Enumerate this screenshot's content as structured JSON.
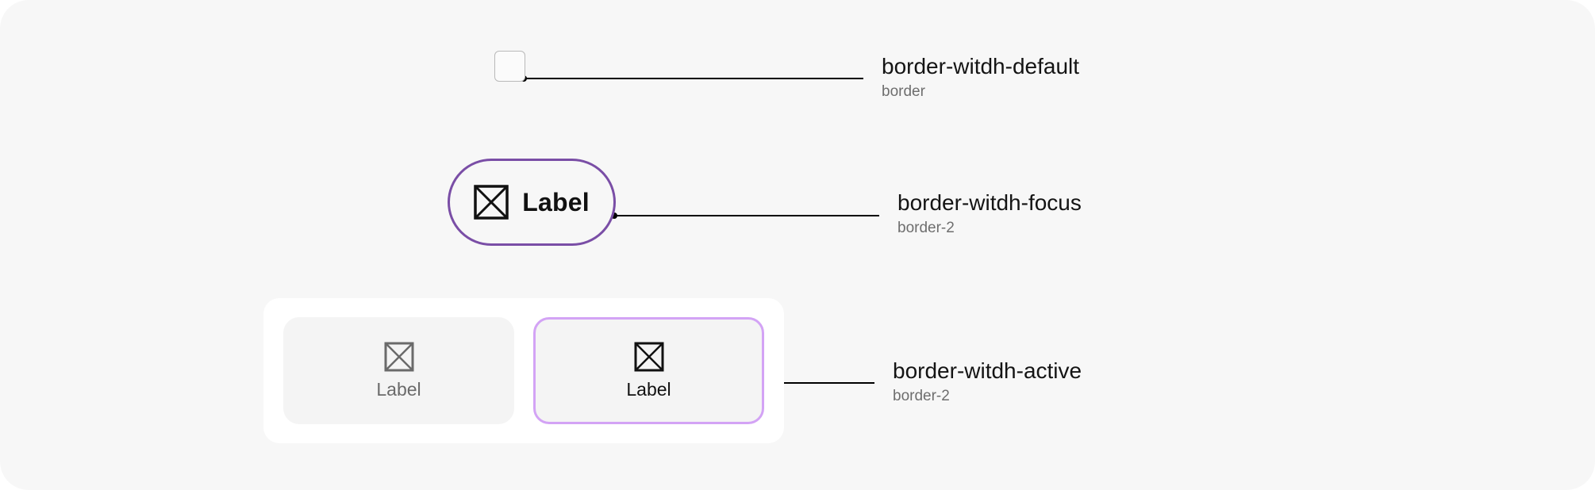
{
  "annotations": {
    "default": {
      "token": "border-witdh-default",
      "value": "border"
    },
    "focus": {
      "token": "border-witdh-focus",
      "value": "border-2"
    },
    "active": {
      "token": "border-witdh-active",
      "value": "border-2"
    }
  },
  "samples": {
    "focus_button": {
      "label": "Label",
      "icon": "image-placeholder-icon"
    },
    "segmented": {
      "items": [
        {
          "label": "Label",
          "icon": "image-placeholder-icon",
          "state": "default"
        },
        {
          "label": "Label",
          "icon": "image-placeholder-icon",
          "state": "active"
        }
      ]
    }
  },
  "colors": {
    "canvas_bg": "#f7f7f7",
    "default_border": "#b9b9b9",
    "focus_border": "#7a4ea6",
    "active_border": "#d3a3f5",
    "connector": "#000000"
  }
}
